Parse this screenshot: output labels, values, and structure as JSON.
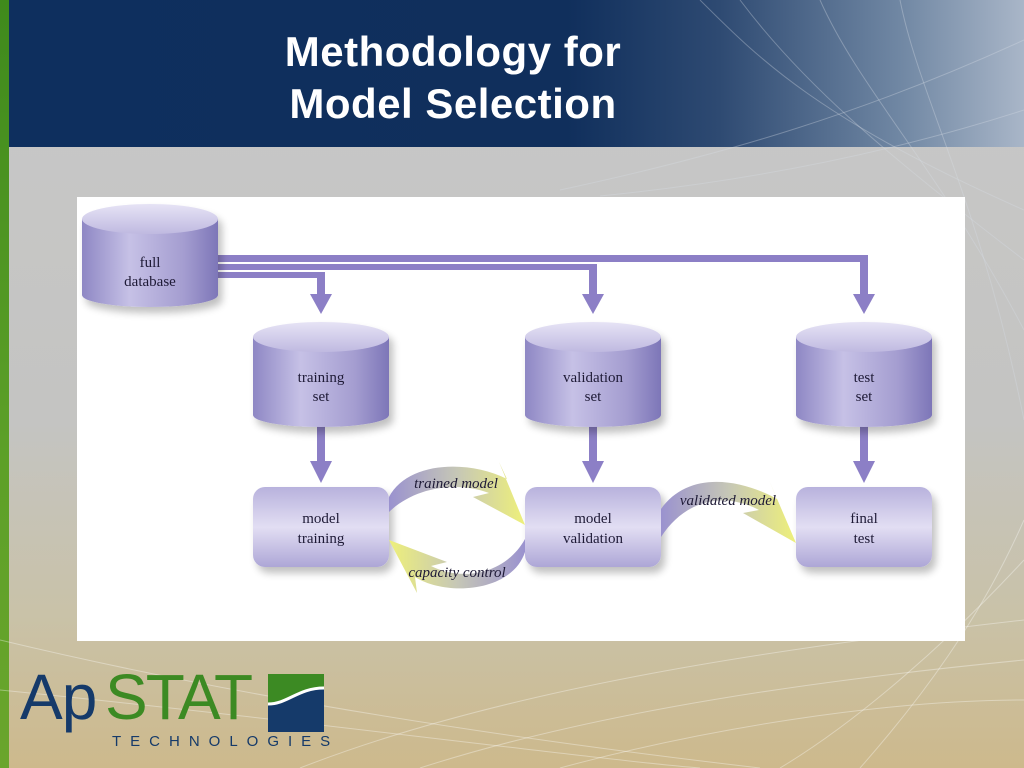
{
  "slide": {
    "title_line1": "Methodology for",
    "title_line2": "Model Selection"
  },
  "diagram": {
    "nodes": {
      "full_database": [
        "full",
        "database"
      ],
      "training_set": [
        "training",
        "set"
      ],
      "validation_set": [
        "validation",
        "set"
      ],
      "test_set": [
        "test",
        "set"
      ],
      "model_training": [
        "model",
        "training"
      ],
      "model_validation": [
        "model",
        "validation"
      ],
      "final_test": [
        "final",
        "test"
      ]
    },
    "flows": {
      "trained_model": "trained model",
      "capacity_control": "capacity control",
      "validated_model": "validated model"
    }
  },
  "logo": {
    "ap": "Ap",
    "stat": "STAT",
    "subtitle": "TECHNOLOGIES"
  },
  "colors": {
    "header_navy": "#0e2f5e",
    "accent_green": "#4a9521",
    "node_lavender": "#a49dd0",
    "arrow_purple": "#8c7fc6",
    "flow_yellow": "#eef07a"
  }
}
